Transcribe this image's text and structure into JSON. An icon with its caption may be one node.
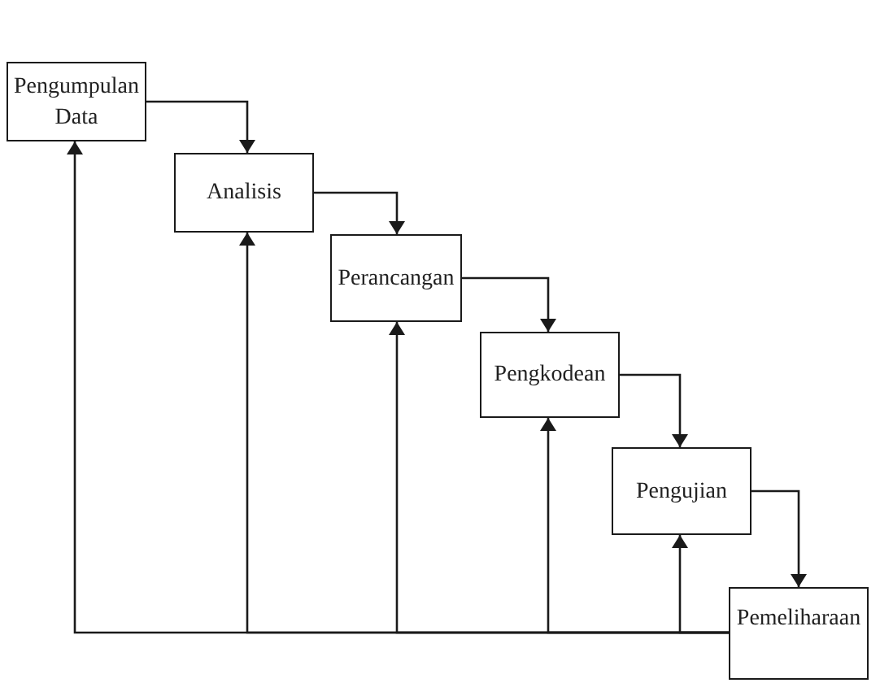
{
  "diagram": {
    "nodes": [
      {
        "text": [
          "Pengumpulan Data"
        ]
      },
      {
        "text": [
          "Analisis"
        ]
      },
      {
        "text": [
          "Perancangan"
        ]
      },
      {
        "text": [
          "Pengkodean"
        ]
      },
      {
        "text": [
          "Pengujian"
        ]
      },
      {
        "text": [
          "Pemeliharaan"
        ]
      }
    ],
    "edges": [
      {
        "from": 0,
        "to": 1,
        "arrow": "to"
      },
      {
        "from": 1,
        "to": 2,
        "arrow": "to"
      },
      {
        "from": 2,
        "to": 3,
        "arrow": "to"
      },
      {
        "from": 3,
        "to": 4,
        "arrow": "to"
      },
      {
        "from": 4,
        "to": 5,
        "arrow": "to"
      },
      {
        "from": 5,
        "to": 0,
        "arrow": "to"
      },
      {
        "from": 5,
        "to": 1,
        "arrow": "to"
      },
      {
        "from": 5,
        "to": 2,
        "arrow": "to"
      },
      {
        "from": 5,
        "to": 3,
        "arrow": "to"
      },
      {
        "from": 5,
        "to": 4,
        "arrow": "to"
      }
    ]
  }
}
